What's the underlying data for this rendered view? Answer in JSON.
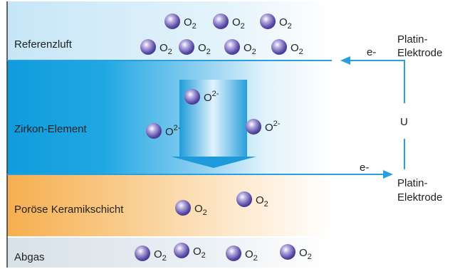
{
  "layers": {
    "reference_air": "Referenzluft",
    "zirconium": "Zirkon-Element",
    "ceramic": "Poröse Keramikschicht",
    "exhaust": "Abgas"
  },
  "molecules": {
    "oxygen_base": "O",
    "oxygen_sub": "2",
    "ion_base": "O",
    "ion_sup": "2-"
  },
  "electrode": {
    "top_line1": "Platin-",
    "top_line2": "Elektrode",
    "bottom_line1": "Platin-",
    "bottom_line2": "Elektrode"
  },
  "circuit": {
    "electron_top": "e-",
    "electron_bottom": "e-",
    "voltage": "U"
  },
  "colors": {
    "zirconium": "#1aa3e0",
    "reference_air": "#d8eef9",
    "ceramic": "#f7b65a",
    "exhaust": "#dfe6ec",
    "electrode_line": "#2a9fe0",
    "molecule": "#6e60b5"
  }
}
